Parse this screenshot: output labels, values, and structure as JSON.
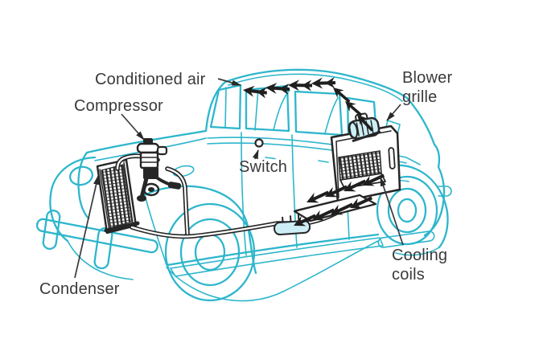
{
  "diagram": {
    "type": "labeled-illustration",
    "subject": "Automobile air conditioning system cutaway on a vintage sedan",
    "labels": {
      "conditioned_air": "Conditioned air",
      "compressor": "Compressor",
      "switch": "Switch",
      "blower_grille_line1": "Blower",
      "blower_grille_line2": "grille",
      "cooling_coils_line1": "Cooling",
      "cooling_coils_line2": "coils",
      "condenser": "Condenser"
    },
    "components": [
      "condenser",
      "compressor",
      "refrigerant-pipes",
      "receiver-cylinder",
      "cooling-coils-evaporator",
      "blower-grille",
      "switch",
      "airflow-arrows"
    ],
    "colors": {
      "car_line_art": "#2db6cc",
      "component_ink": "#262626",
      "airflow_arrow": "#1f1f1f",
      "label_text": "#3a3a3a",
      "component_fill_tint": "#cdeef5",
      "background": "#ffffff"
    }
  }
}
